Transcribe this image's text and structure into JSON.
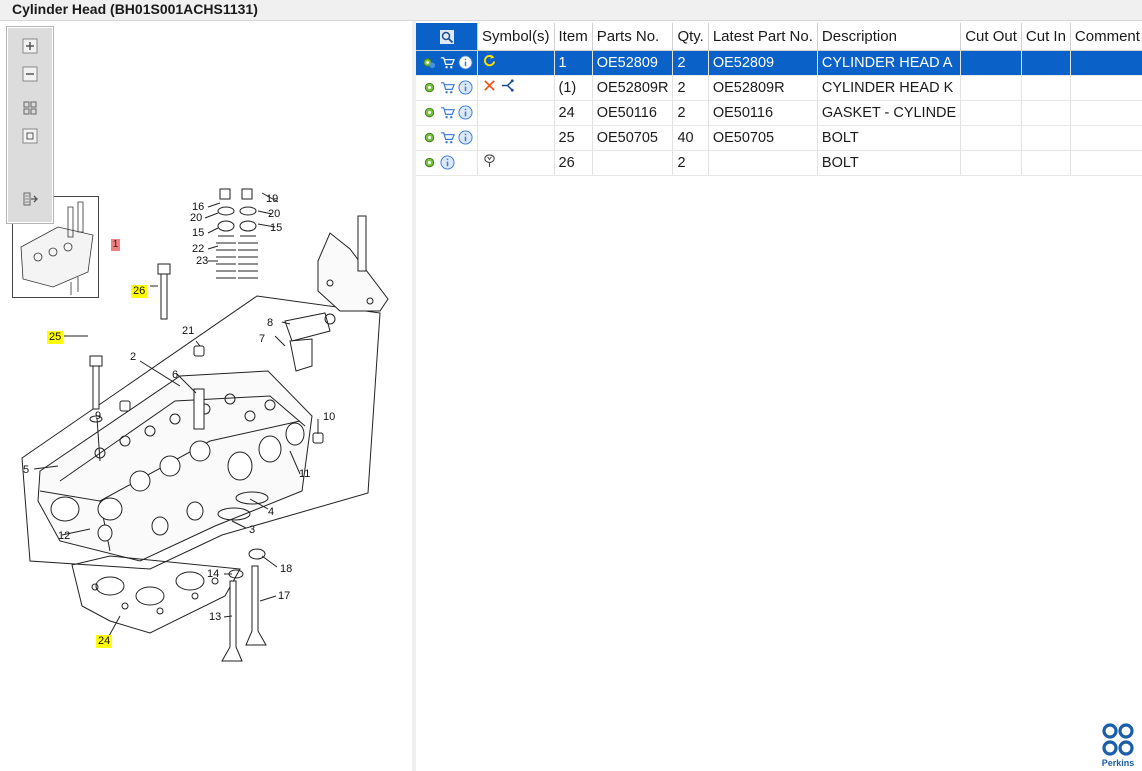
{
  "window": {
    "title": "Cylinder Head (BH01S001ACHS1131)"
  },
  "toolbar": {
    "zoom_in": "zoom-in-icon",
    "zoom_out": "zoom-out-icon",
    "fit": "fit-page-icon",
    "actual": "actual-size-icon",
    "export": "export-icon"
  },
  "diagram": {
    "thumbnail_callout": "1",
    "callouts": [
      "19",
      "16",
      "20",
      "20",
      "15",
      "15",
      "22",
      "23",
      "26",
      "21",
      "8",
      "7",
      "25",
      "2",
      "6",
      "9",
      "10",
      "5",
      "11",
      "4",
      "12",
      "3",
      "18",
      "14",
      "17",
      "13",
      "24"
    ],
    "highlighted": [
      "26",
      "25",
      "24"
    ]
  },
  "table": {
    "columns": [
      "Symbol(s)",
      "Item",
      "Parts No.",
      "Qty.",
      "Latest Part No.",
      "Description",
      "Cut Out",
      "Cut In",
      "Comment"
    ],
    "rows": [
      {
        "selected": true,
        "icons": [
          "gear-icon",
          "cart-icon",
          "info-icon"
        ],
        "symbols": [
          "refresh-icon"
        ],
        "item": "1",
        "part_no": "OE52809",
        "qty": "2",
        "latest": "OE52809",
        "description": "CYLINDER HEAD A",
        "cut_out": "",
        "cut_in": "",
        "comment": ""
      },
      {
        "selected": false,
        "icons": [
          "gear-icon",
          "cart-icon",
          "info-icon"
        ],
        "symbols": [
          "cross-icon",
          "branch-icon"
        ],
        "item": "(1)",
        "part_no": "OE52809R",
        "qty": "2",
        "latest": "OE52809R",
        "description": "CYLINDER HEAD K",
        "cut_out": "",
        "cut_in": "",
        "comment": ""
      },
      {
        "selected": false,
        "icons": [
          "gear-icon",
          "cart-icon",
          "info-icon"
        ],
        "symbols": [],
        "item": "24",
        "part_no": "OE50116",
        "qty": "2",
        "latest": "OE50116",
        "description": "GASKET - CYLINDE",
        "cut_out": "",
        "cut_in": "",
        "comment": ""
      },
      {
        "selected": false,
        "icons": [
          "gear-icon",
          "cart-icon",
          "info-icon"
        ],
        "symbols": [],
        "item": "25",
        "part_no": "OE50705",
        "qty": "40",
        "latest": "OE50705",
        "description": "BOLT",
        "cut_out": "",
        "cut_in": "",
        "comment": ""
      },
      {
        "selected": false,
        "icons": [
          "gear-icon",
          "info-icon"
        ],
        "symbols": [
          "pin-icon"
        ],
        "item": "26",
        "part_no": "",
        "qty": "2",
        "latest": "",
        "description": "BOLT",
        "cut_out": "",
        "cut_in": "",
        "comment": ""
      }
    ]
  },
  "brand": {
    "name": "Perkins",
    "color": "#1a5fa8",
    "selection_color": "#0a62c9"
  }
}
